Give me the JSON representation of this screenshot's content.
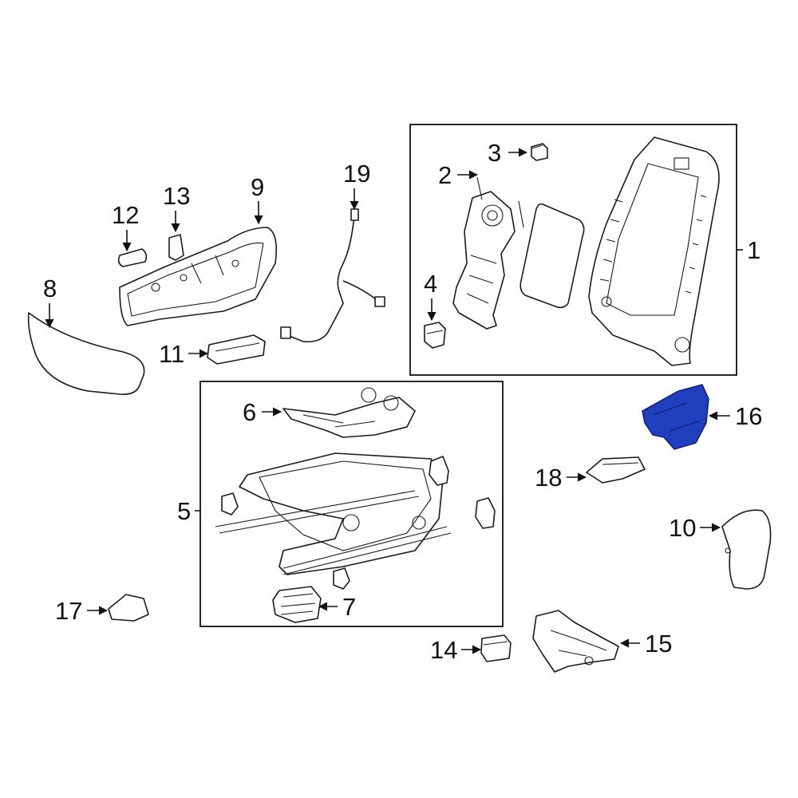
{
  "diagram": {
    "highlight_color": "#1f3fbf",
    "callouts": {
      "c1": "1",
      "c2": "2",
      "c3": "3",
      "c4": "4",
      "c5": "5",
      "c6": "6",
      "c7": "7",
      "c8": "8",
      "c9": "9",
      "c10": "10",
      "c11": "11",
      "c12": "12",
      "c13": "13",
      "c14": "14",
      "c15": "15",
      "c16": "16",
      "c17": "17",
      "c18": "18",
      "c19": "19"
    },
    "highlighted_part": "16"
  }
}
